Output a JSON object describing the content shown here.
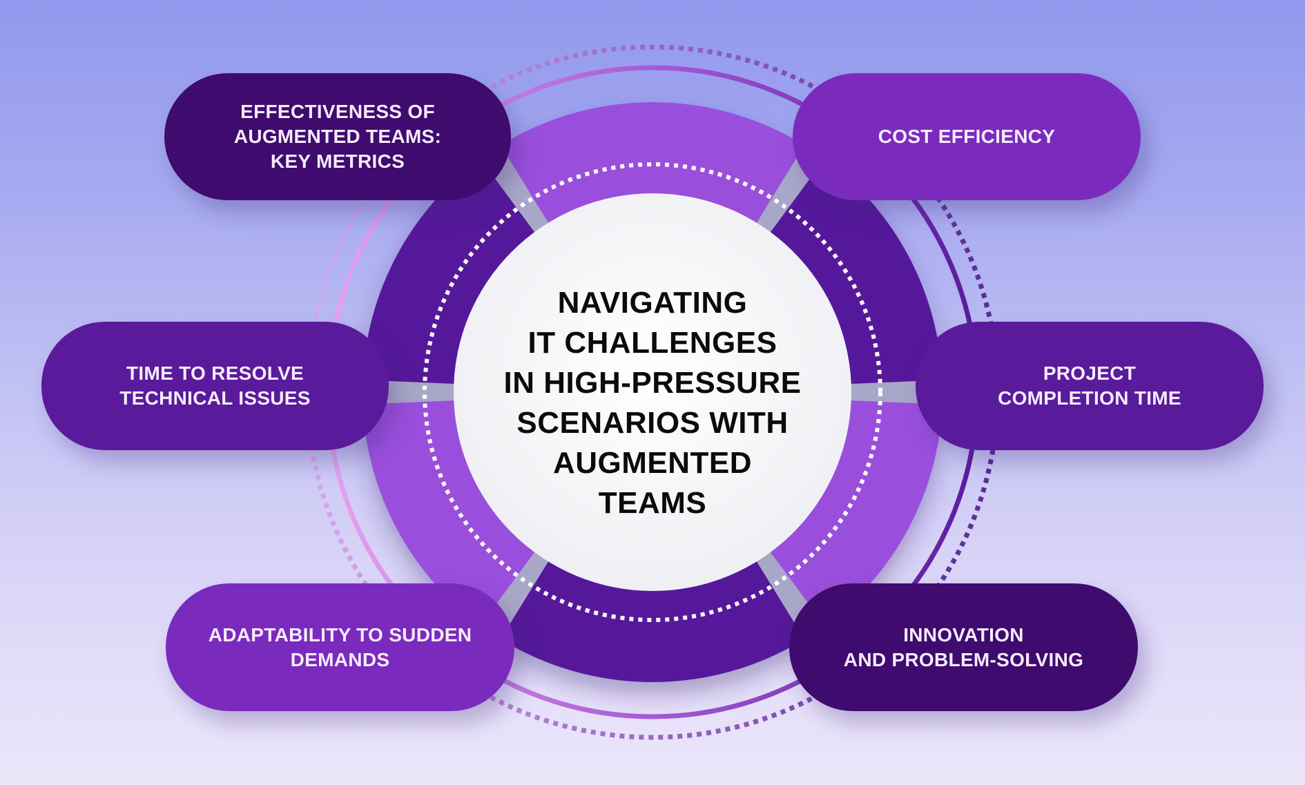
{
  "diagram": {
    "title": "NAVIGATING\nIT CHALLENGES\nIN HIGH-PRESSURE\nSCENARIOS WITH\nAUGMENTED\nTEAMS",
    "items": [
      {
        "label": "EFFECTIVENESS OF\nAUGMENTED TEAMS:\nKEY METRICS",
        "color": "#3f0b6e"
      },
      {
        "label": "COST EFFICIENCY",
        "color": "#7a2bbd"
      },
      {
        "label": "TIME TO RESOLVE\nTECHNICAL ISSUES",
        "color": "#5a1a9c"
      },
      {
        "label": "PROJECT\nCOMPLETION TIME",
        "color": "#5a1a9c"
      },
      {
        "label": "ADAPTABILITY TO SUDDEN\nDEMANDS",
        "color": "#7a2bbd"
      },
      {
        "label": "INNOVATION\nAND PROBLEM-SOLVING",
        "color": "#3f0b6e"
      }
    ]
  },
  "colors": {
    "ring_light": "#9a4fdc",
    "ring_dark": "#56189b",
    "center_fill": "#f7f7f9",
    "accent_line": "#7a3cc0"
  }
}
